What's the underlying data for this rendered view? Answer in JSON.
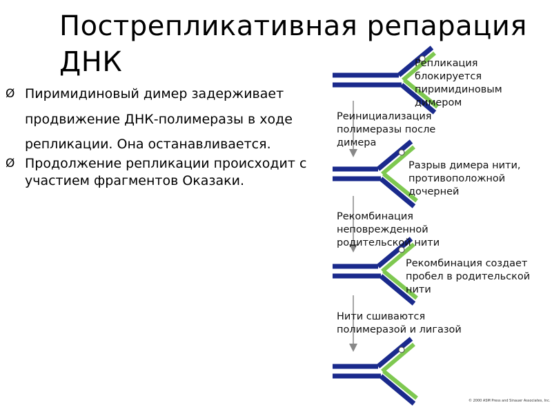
{
  "slide": {
    "title": "Пострепликативная репарация ДНК",
    "bullets": [
      {
        "marker": "Ø",
        "text": "Пиримидиновый димер задерживает продвижение ДНК-полимеразы в ходе репликации. Она останавливается."
      },
      {
        "marker": "Ø",
        "text": "Продолжение репликации происходит с участием фрагментов Оказаки."
      }
    ]
  },
  "diagram": {
    "colors": {
      "parent_strand": "#1a2a8c",
      "daughter_strand": "#7ec850",
      "arrow": "#888888"
    },
    "captions": [
      "Репликация блокируется пиримидиновым димером",
      "Реинициализация полимеразы после димера",
      "Разрыв димера нити, противоположной дочерней",
      "Рекомбинация неповрежденной родительской нити",
      "Рекомбинация создает пробел в родительской нити",
      "Нити сшиваются полимеразой и лигазой"
    ],
    "copyright": "© 2000 ASM Press and Sinauer Associates, Inc."
  }
}
